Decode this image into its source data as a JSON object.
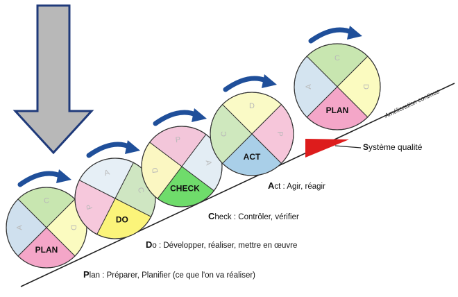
{
  "diagram": {
    "slope_label": "Amélioration continue",
    "quality_label_first": "S",
    "quality_label_rest": "ystème qualité",
    "wheels": [
      {
        "id": "w1",
        "segments": {
          "top": {
            "letter": "C",
            "color": "#c8e6b0"
          },
          "right": {
            "letter": "D",
            "color": "#fbfbc0"
          },
          "bottom": {
            "letter": "PLAN",
            "color": "#f4a6c8"
          },
          "left": {
            "letter": "A",
            "color": "#cfe0ee"
          }
        },
        "highlight": "bottom"
      },
      {
        "id": "w2",
        "segments": {
          "top": {
            "letter": "A",
            "color": "#e6eff6"
          },
          "right": {
            "letter": "C",
            "color": "#cfe6c2"
          },
          "bottom": {
            "letter": "DO",
            "color": "#fbf47a"
          },
          "left": {
            "letter": "P",
            "color": "#f6c8dc"
          }
        },
        "highlight": "bottom"
      },
      {
        "id": "w3",
        "segments": {
          "top": {
            "letter": "P",
            "color": "#f3c6da"
          },
          "right": {
            "letter": "A",
            "color": "#e3edf4"
          },
          "bottom": {
            "letter": "CHECK",
            "color": "#6fdc6b"
          },
          "left": {
            "letter": "D",
            "color": "#fbf7c2"
          }
        },
        "highlight": "bottom"
      },
      {
        "id": "w4",
        "segments": {
          "top": {
            "letter": "D",
            "color": "#fafac6"
          },
          "right": {
            "letter": "P",
            "color": "#f6c6da"
          },
          "bottom": {
            "letter": "ACT",
            "color": "#a9cfe8"
          },
          "left": {
            "letter": "C",
            "color": "#cfe8be"
          }
        },
        "highlight": "bottom"
      },
      {
        "id": "w5",
        "segments": {
          "top": {
            "letter": "C",
            "color": "#c8e6b0"
          },
          "right": {
            "letter": "D",
            "color": "#fbfbc0"
          },
          "bottom": {
            "letter": "PLAN",
            "color": "#f4a6c8"
          },
          "left": {
            "letter": "A",
            "color": "#d4e4f0"
          }
        },
        "highlight": "bottom"
      }
    ],
    "legend": [
      {
        "initial": "A",
        "rest": "ct : Agir, réagir"
      },
      {
        "initial": "C",
        "rest": "heck : Contrôler, vérifier"
      },
      {
        "initial": "D",
        "rest": "o : Développer, réaliser, mettre en œuvre"
      },
      {
        "initial": "P",
        "rest": "lan : Préparer, Planifier (ce que l'on va réaliser)"
      }
    ],
    "colors": {
      "arrow_gray": "#b8b8b8",
      "arrow_blue_outline": "#1f3a7a",
      "rotation_arrow": "#1f4f9a",
      "wedge_red": "#dd1c1c",
      "slope_line": "#222222"
    }
  }
}
